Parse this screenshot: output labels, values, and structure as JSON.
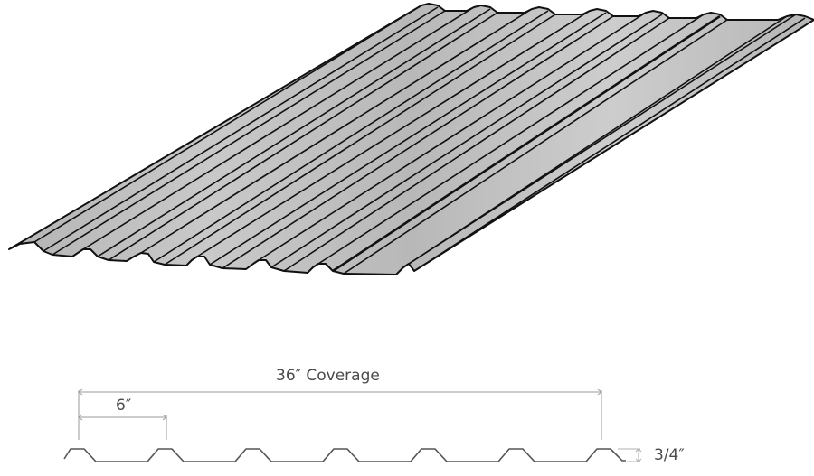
{
  "figure": {
    "subject": "Corrugated metal roofing panel",
    "illustration": {
      "rib_count": 7,
      "fill_color": "#bdbdbd",
      "highlight_color": "#d6d6d6",
      "stroke_color": "#111111"
    },
    "profile": {
      "rib_count": 7,
      "stroke_color": "#555555",
      "dimension_line_color": "#9a9a9a"
    },
    "dimensions": {
      "coverage_label": "36″ Coverage",
      "rib_spacing_label": "6″",
      "rib_height_label": "3/4″"
    }
  }
}
